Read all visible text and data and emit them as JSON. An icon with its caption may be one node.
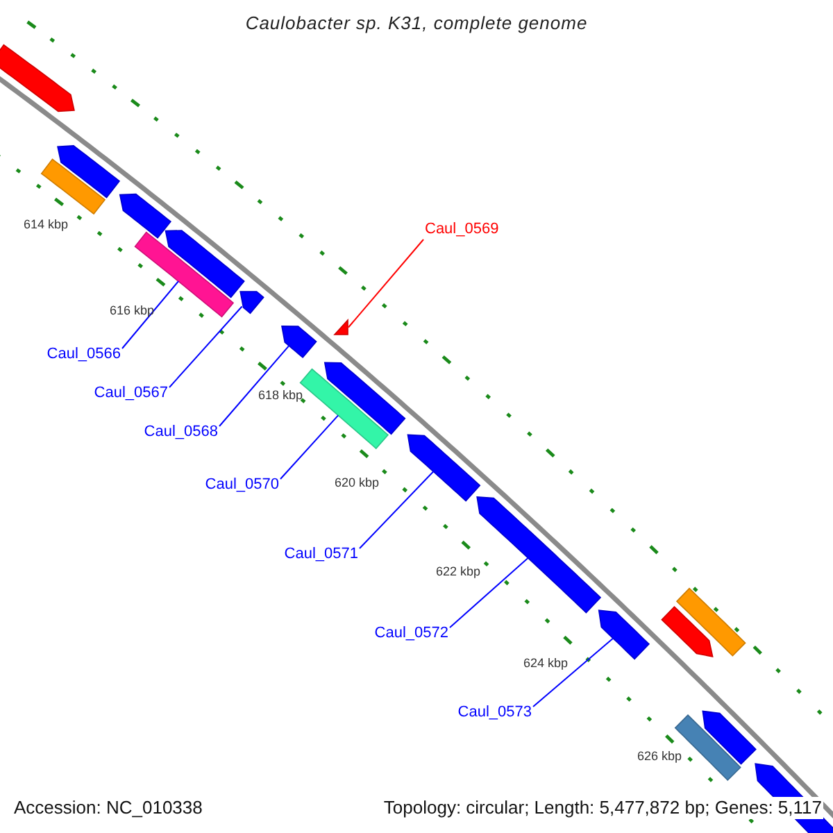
{
  "diagram": {
    "title": "Caulobacter sp. K31, complete genome",
    "nodes": [
      {
        "text": [
          "Caul_0569"
        ]
      },
      {
        "text": [
          "Caul_0566"
        ]
      },
      {
        "text": [
          "Caul_0567"
        ]
      },
      {
        "text": [
          "Caul_0568"
        ]
      },
      {
        "text": [
          "Caul_0570"
        ]
      },
      {
        "text": [
          "Caul_0571"
        ]
      },
      {
        "text": [
          "Caul_0572"
        ]
      },
      {
        "text": [
          "Caul_0573"
        ]
      },
      {
        "text": [],
        "shape": "pentagon"
      },
      {
        "text": [],
        "shape": "bar"
      },
      {
        "text": [],
        "shape": "pentagon"
      },
      {
        "text": [],
        "shape": "pentagon"
      },
      {
        "text": [],
        "shape": "bar"
      },
      {
        "text": [],
        "shape": "pentagon"
      },
      {
        "text": [],
        "shape": "pentagon"
      },
      {
        "text": [],
        "shape": "pentagon"
      },
      {
        "text": [],
        "shape": "bar"
      },
      {
        "text": [],
        "shape": "pentagon"
      },
      {
        "text": [],
        "shape": "triangle"
      },
      {
        "text": [],
        "shape": "pentagon"
      },
      {
        "text": [],
        "shape": "pentagon"
      },
      {
        "text": [],
        "shape": "pentagon"
      },
      {
        "text": [],
        "shape": "pentagon"
      },
      {
        "text": [],
        "shape": "bar"
      },
      {
        "text": [],
        "shape": "bar"
      },
      {
        "text": [],
        "shape": "pentagon"
      },
      {
        "text": [],
        "shape": "pentagon"
      }
    ],
    "edges": [
      {
        "from": 0,
        "to": 18,
        "arrow": "none",
        "color": "#ff0000"
      },
      {
        "from": 1,
        "to": 12,
        "arrow": "none"
      },
      {
        "from": 2,
        "to": 14,
        "arrow": "none"
      },
      {
        "from": 3,
        "to": 15,
        "arrow": "none"
      },
      {
        "from": 4,
        "to": 16,
        "arrow": "none"
      },
      {
        "from": 5,
        "to": 19,
        "arrow": "none"
      },
      {
        "from": 6,
        "to": 20,
        "arrow": "none"
      },
      {
        "from": 7,
        "to": 21,
        "arrow": "none"
      }
    ],
    "labels": [
      "614 kbp",
      "616 kbp",
      "618 kbp",
      "620 kbp",
      "622 kbp",
      "624 kbp",
      "626 kbp",
      "Accession: NC_010338",
      "Topology: circular; Length: 5,477,872 bp; Genes: 5,117"
    ]
  }
}
